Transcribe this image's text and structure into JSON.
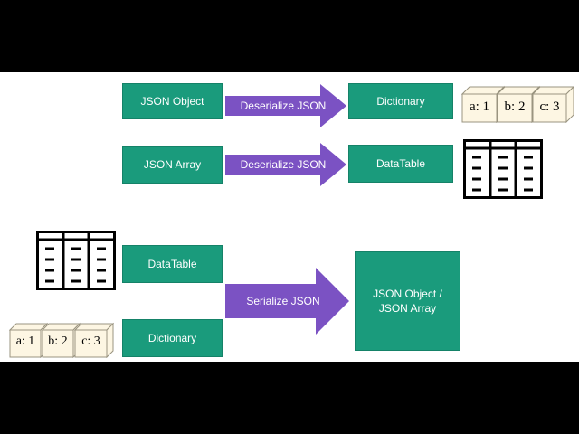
{
  "colors": {
    "box": "#1a9b7c",
    "arrow": "#7b52c3",
    "background": "#ffffff",
    "frame": "#000000"
  },
  "deserialize": [
    {
      "source": "JSON Object",
      "action": "Deserialize JSON",
      "target": "Dictionary",
      "icon": "dictionary-cubes-icon"
    },
    {
      "source": "JSON Array",
      "action": "Deserialize JSON",
      "target": "DataTable",
      "icon": "table-icon"
    }
  ],
  "serialize": {
    "sources": [
      "DataTable",
      "Dictionary"
    ],
    "action": "Serialize JSON",
    "target": "JSON Object / JSON Array"
  },
  "dictionary_cells": [
    "a: 1",
    "b: 2",
    "c: 3"
  ]
}
